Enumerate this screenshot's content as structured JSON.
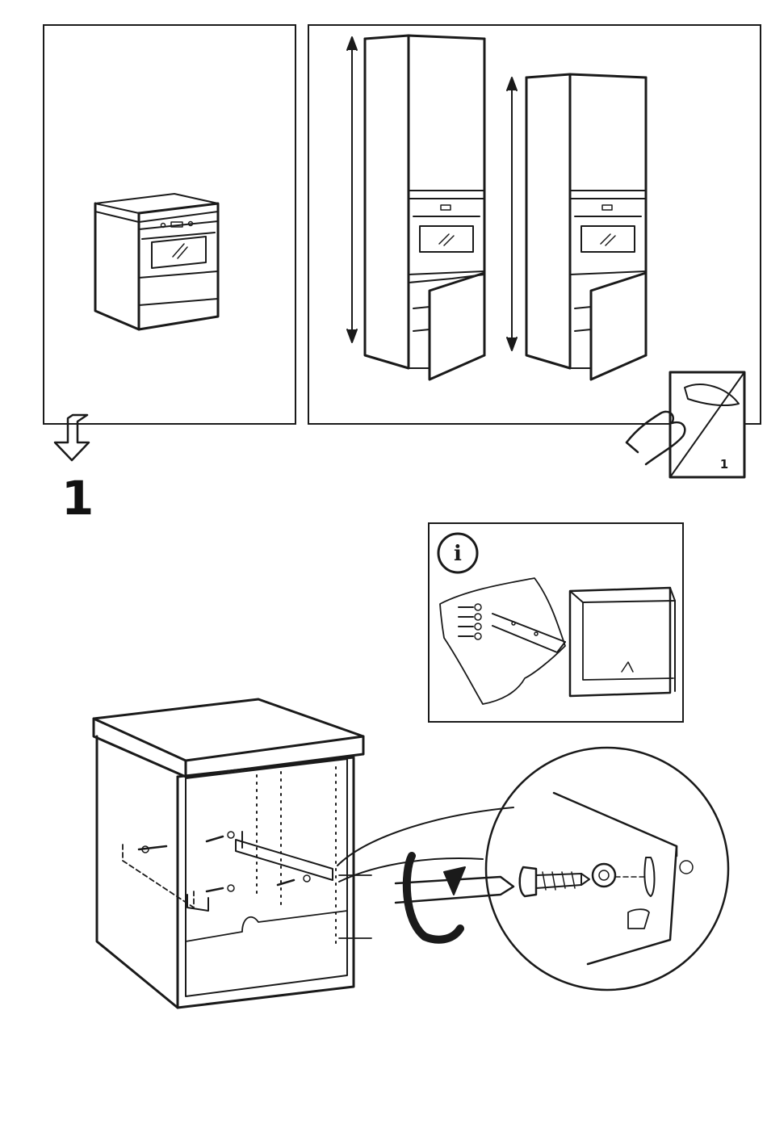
{
  "step": {
    "number": "1"
  },
  "page_turn": {
    "page_label": "1",
    "icon": "page-turn-icon"
  },
  "info": {
    "glyph": "i",
    "icon": "info-icon"
  },
  "top_panels": {
    "left": {
      "appliance": "single-oven-cabinet"
    },
    "right": {
      "appliance": "tall-cabinets-with-oven"
    }
  },
  "colors": {
    "line": "#1a1a1a",
    "background": "#ffffff"
  }
}
